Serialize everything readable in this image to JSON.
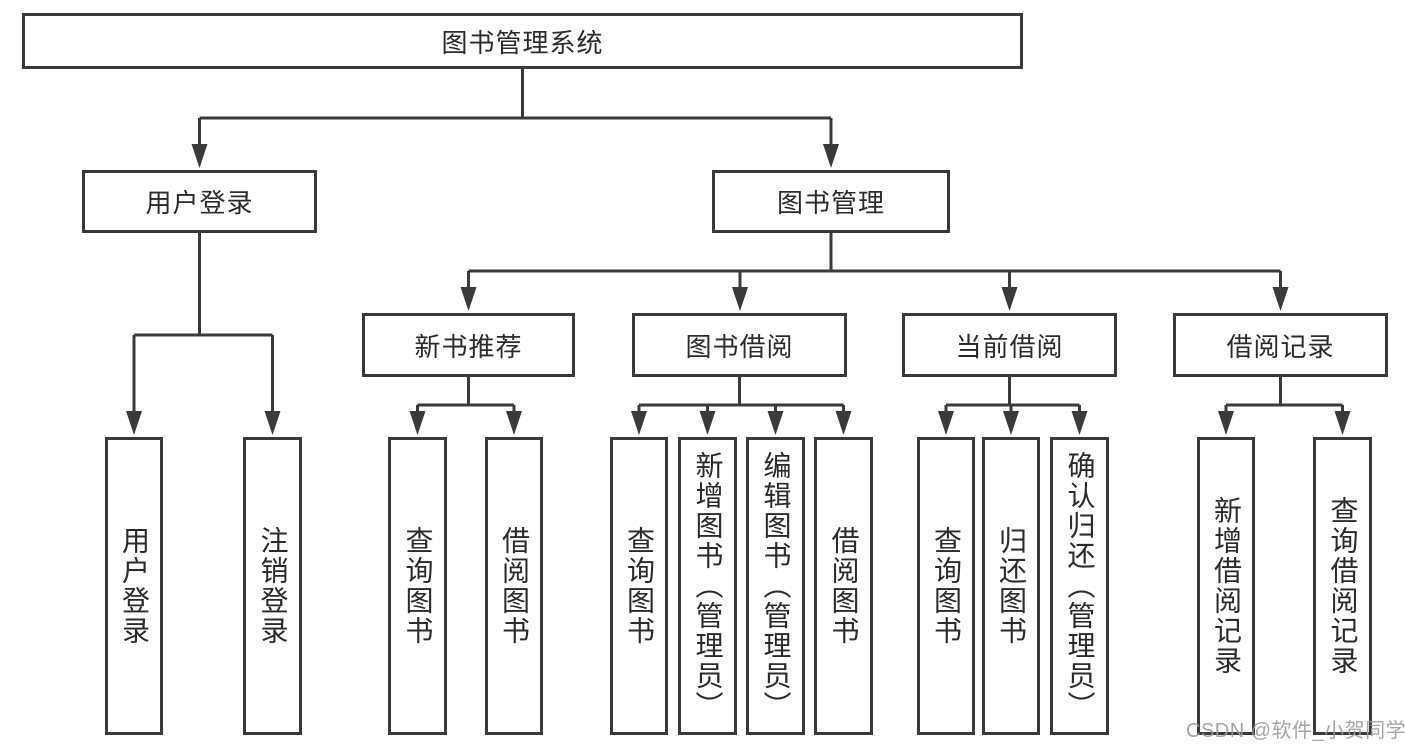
{
  "diagram": {
    "nodes": {
      "root": "图书管理系统",
      "level2": [
        "用户登录",
        "图书管理"
      ],
      "level3": [
        "新书推荐",
        "图书借阅",
        "当前借阅",
        "借阅记录"
      ],
      "leaves": [
        "用户登录",
        "注销登录",
        "查询图书",
        "借阅图书",
        "查询图书",
        "新增图书（管理员）",
        "编辑图书（管理员）",
        "借阅图书",
        "查询图书",
        "归还图书",
        "确认归还（管理员）",
        "新增借阅记录",
        "查询借阅记录"
      ]
    },
    "watermark": "CSDN @软件_小贺同学",
    "colors": {
      "line": "#3a3a3a",
      "text": "#2b2b2b",
      "watermark": "#9b9b9b",
      "background": "#ffffff"
    }
  }
}
